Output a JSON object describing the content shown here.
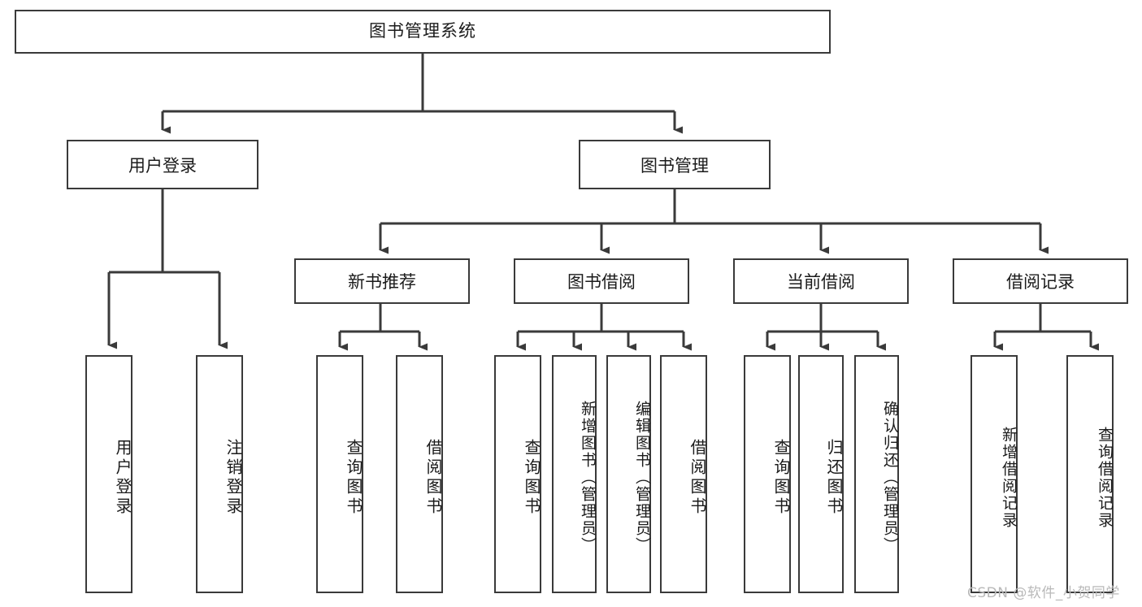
{
  "diagram": {
    "type": "tree-hierarchy-chart",
    "title": "图书管理系统",
    "watermark": "CSDN @软件_小贺同学",
    "colors": {
      "box_border": "#3a3a3a",
      "box_fill": "#ffffff",
      "connector": "#3a3a3a",
      "text": "#1b1b1b",
      "watermark": "#b9b9b9",
      "background": "#ffffff"
    },
    "root": {
      "label": "图书管理系统"
    },
    "level2": [
      {
        "id": "user-login",
        "label": "用户登录"
      },
      {
        "id": "book-management",
        "label": "图书管理"
      }
    ],
    "level3": [
      {
        "id": "new-book-recommend",
        "label": "新书推荐",
        "parent": "book-management"
      },
      {
        "id": "book-borrow",
        "label": "图书借阅",
        "parent": "book-management"
      },
      {
        "id": "current-borrow",
        "label": "当前借阅",
        "parent": "book-management"
      },
      {
        "id": "borrow-record",
        "label": "借阅记录",
        "parent": "book-management"
      }
    ],
    "leaves": [
      {
        "id": "leaf-user-login",
        "label": "用户登录",
        "parent": "user-login"
      },
      {
        "id": "leaf-logout-login",
        "label": "注销登录",
        "parent": "user-login"
      },
      {
        "id": "leaf-query-book-1",
        "label": "查询图书",
        "parent": "new-book-recommend"
      },
      {
        "id": "leaf-borrow-book-1",
        "label": "借阅图书",
        "parent": "new-book-recommend"
      },
      {
        "id": "leaf-query-book-2",
        "label": "查询图书",
        "parent": "book-borrow"
      },
      {
        "id": "leaf-add-book",
        "label": "新增图书（管理员）",
        "parent": "book-borrow"
      },
      {
        "id": "leaf-edit-book",
        "label": "编辑图书（管理员）",
        "parent": "book-borrow"
      },
      {
        "id": "leaf-borrow-book-2",
        "label": "借阅图书",
        "parent": "book-borrow"
      },
      {
        "id": "leaf-query-book-3",
        "label": "查询图书",
        "parent": "current-borrow"
      },
      {
        "id": "leaf-return-book",
        "label": "归还图书",
        "parent": "current-borrow"
      },
      {
        "id": "leaf-confirm-return",
        "label": "确认归还（管理员）",
        "parent": "current-borrow"
      },
      {
        "id": "leaf-add-borrow-record",
        "label": "新增借阅记录",
        "parent": "borrow-record"
      },
      {
        "id": "leaf-query-borrow-record",
        "label": "查询借阅记录",
        "parent": "borrow-record"
      }
    ]
  }
}
